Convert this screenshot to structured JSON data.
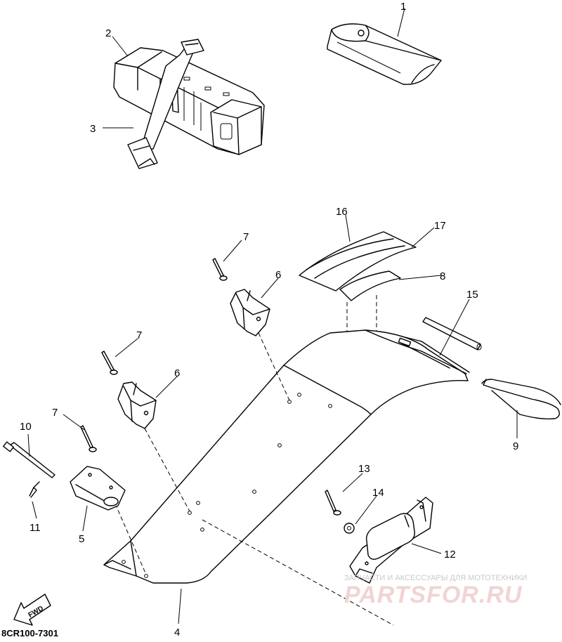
{
  "diagram": {
    "callouts": [
      {
        "id": "c1",
        "label": "1"
      },
      {
        "id": "c2",
        "label": "2"
      },
      {
        "id": "c3",
        "label": "3"
      },
      {
        "id": "c4",
        "label": "4"
      },
      {
        "id": "c5",
        "label": "5"
      },
      {
        "id": "c6a",
        "label": "6"
      },
      {
        "id": "c6b",
        "label": "6"
      },
      {
        "id": "c7a",
        "label": "7"
      },
      {
        "id": "c7b",
        "label": "7"
      },
      {
        "id": "c7c",
        "label": "7"
      },
      {
        "id": "c8",
        "label": "8"
      },
      {
        "id": "c9",
        "label": "9"
      },
      {
        "id": "c10",
        "label": "10"
      },
      {
        "id": "c11",
        "label": "11"
      },
      {
        "id": "c12",
        "label": "12"
      },
      {
        "id": "c13",
        "label": "13"
      },
      {
        "id": "c14",
        "label": "14"
      },
      {
        "id": "c15",
        "label": "15"
      },
      {
        "id": "c16",
        "label": "16"
      },
      {
        "id": "c17",
        "label": "17"
      }
    ],
    "fwd_label": "FWD",
    "figure_code": "8CR100-7301",
    "watermark_text": "ЗАПЧАСТИ И АКСЕССУАРЫ ДЛЯ МОТОТЕХНИКИ",
    "watermark_logo": "PARTSFOR.RU"
  }
}
